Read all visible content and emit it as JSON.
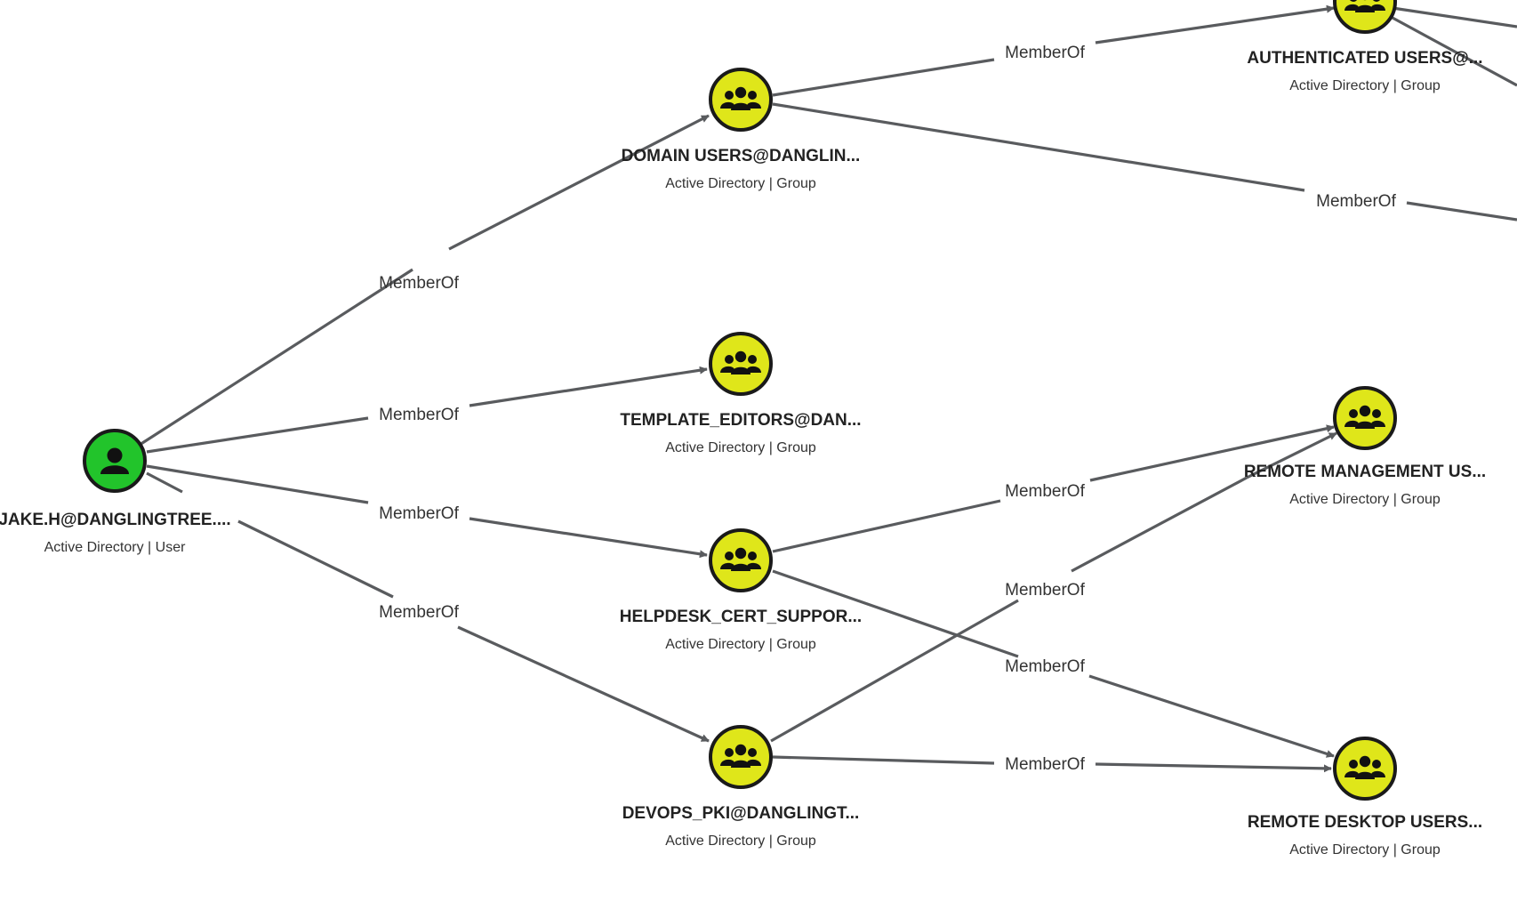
{
  "colors": {
    "user_node": "#22c42b",
    "group_node": "#dfe61a",
    "edge": "#595b5e",
    "label_bg": "#ffffff"
  },
  "nodes": [
    {
      "id": "jake",
      "name": "JAKE.H@DANGLINGTREE....",
      "subtitle": "Active Directory | User",
      "kind": "user",
      "icon": "user-icon"
    },
    {
      "id": "domain_users",
      "name": "DOMAIN USERS@DANGLIN...",
      "subtitle": "Active Directory | Group",
      "kind": "group",
      "icon": "group-icon"
    },
    {
      "id": "template_editors",
      "name": "TEMPLATE_EDITORS@DAN...",
      "subtitle": "Active Directory | Group",
      "kind": "group",
      "icon": "group-icon"
    },
    {
      "id": "helpdesk",
      "name": "HELPDESK_CERT_SUPPOR...",
      "subtitle": "Active Directory | Group",
      "kind": "group",
      "icon": "group-icon"
    },
    {
      "id": "devops_pki",
      "name": "DEVOPS_PKI@DANGLINGT...",
      "subtitle": "Active Directory | Group",
      "kind": "group",
      "icon": "group-icon"
    },
    {
      "id": "auth_users",
      "name": "AUTHENTICATED USERS@...",
      "subtitle": "Active Directory | Group",
      "kind": "group",
      "icon": "group-icon"
    },
    {
      "id": "remote_mgmt",
      "name": "REMOTE MANAGEMENT US...",
      "subtitle": "Active Directory | Group",
      "kind": "group",
      "icon": "group-icon"
    },
    {
      "id": "remote_desktop",
      "name": "REMOTE DESKTOP USERS...",
      "subtitle": "Active Directory | Group",
      "kind": "group",
      "icon": "group-icon"
    }
  ],
  "edges": [
    {
      "from": "jake",
      "to": "domain_users",
      "label": "MemberOf"
    },
    {
      "from": "jake",
      "to": "template_editors",
      "label": "MemberOf"
    },
    {
      "from": "jake",
      "to": "helpdesk",
      "label": "MemberOf"
    },
    {
      "from": "jake",
      "to": "devops_pki",
      "label": "MemberOf"
    },
    {
      "from": "domain_users",
      "to": "auth_users",
      "label": "MemberOf"
    },
    {
      "from": "domain_users",
      "to": "offscreen_right",
      "label": "MemberOf"
    },
    {
      "from": "helpdesk",
      "to": "remote_mgmt",
      "label": "MemberOf"
    },
    {
      "from": "helpdesk",
      "to": "remote_desktop",
      "label": "MemberOf"
    },
    {
      "from": "devops_pki",
      "to": "remote_mgmt",
      "label": "MemberOf"
    },
    {
      "from": "devops_pki",
      "to": "remote_desktop",
      "label": "MemberOf"
    }
  ]
}
